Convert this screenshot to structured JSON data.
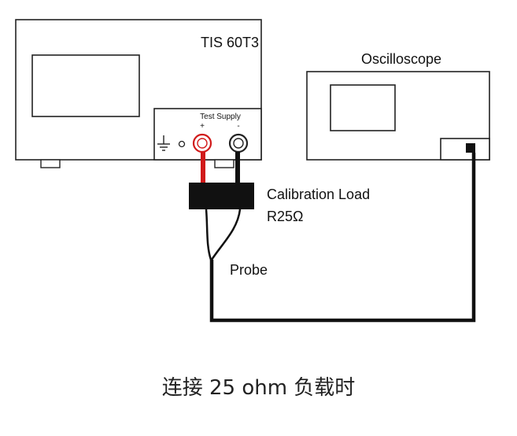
{
  "generator": {
    "name": "TIS 60T3",
    "panel_label": "Test Supply",
    "plus": "+",
    "minus": "-"
  },
  "oscilloscope": {
    "name": "Oscilloscope"
  },
  "load": {
    "label_line1": "Calibration Load",
    "label_line2": "R25Ω"
  },
  "probe": {
    "label": "Probe"
  },
  "caption": "连接 25 ohm 负载时",
  "colors": {
    "outline": "#222222",
    "positive_lead": "#d11a1a",
    "negative_lead": "#111111",
    "red_terminal": "#d11a1a"
  },
  "icons": {
    "ground": "ground-icon",
    "terminal_plus": "terminal-icon",
    "terminal_minus": "terminal-icon"
  }
}
